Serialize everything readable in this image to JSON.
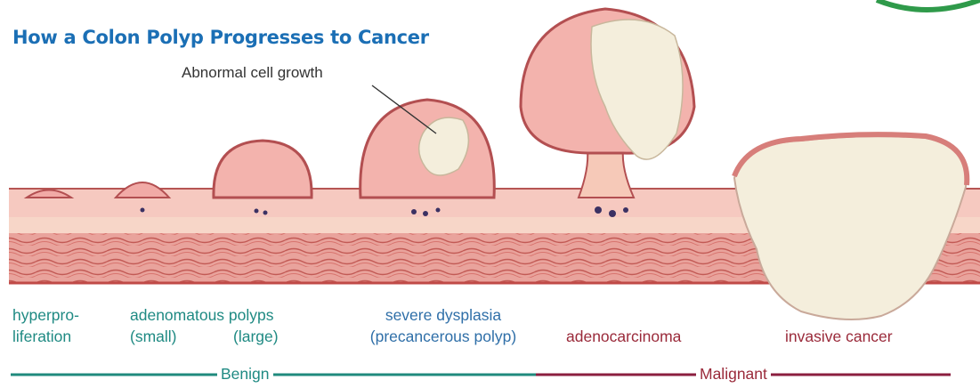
{
  "title": "How a Colon Polyp Progresses to Cancer",
  "callout": "Abnormal cell growth",
  "stages": [
    {
      "line1": "hyperpro-",
      "line2": "liferation"
    },
    {
      "line1": "adenomatous polyps",
      "line2a": "(small)",
      "line2b": "(large)"
    },
    {
      "line1": "severe dysplasia",
      "line2": "(precancerous polyp)"
    },
    {
      "line1": "adenocarcinoma"
    },
    {
      "line1": "invasive cancer"
    }
  ],
  "groups": {
    "benign": "Benign",
    "malignant": "Malignant"
  },
  "colors": {
    "title": "#1b6fb5",
    "benign": "#1f8a83",
    "precancer": "#2f6fa8",
    "malignant": "#9a2a3a",
    "tissue": "#f2b8b4",
    "tumor": "#f4eedc"
  }
}
